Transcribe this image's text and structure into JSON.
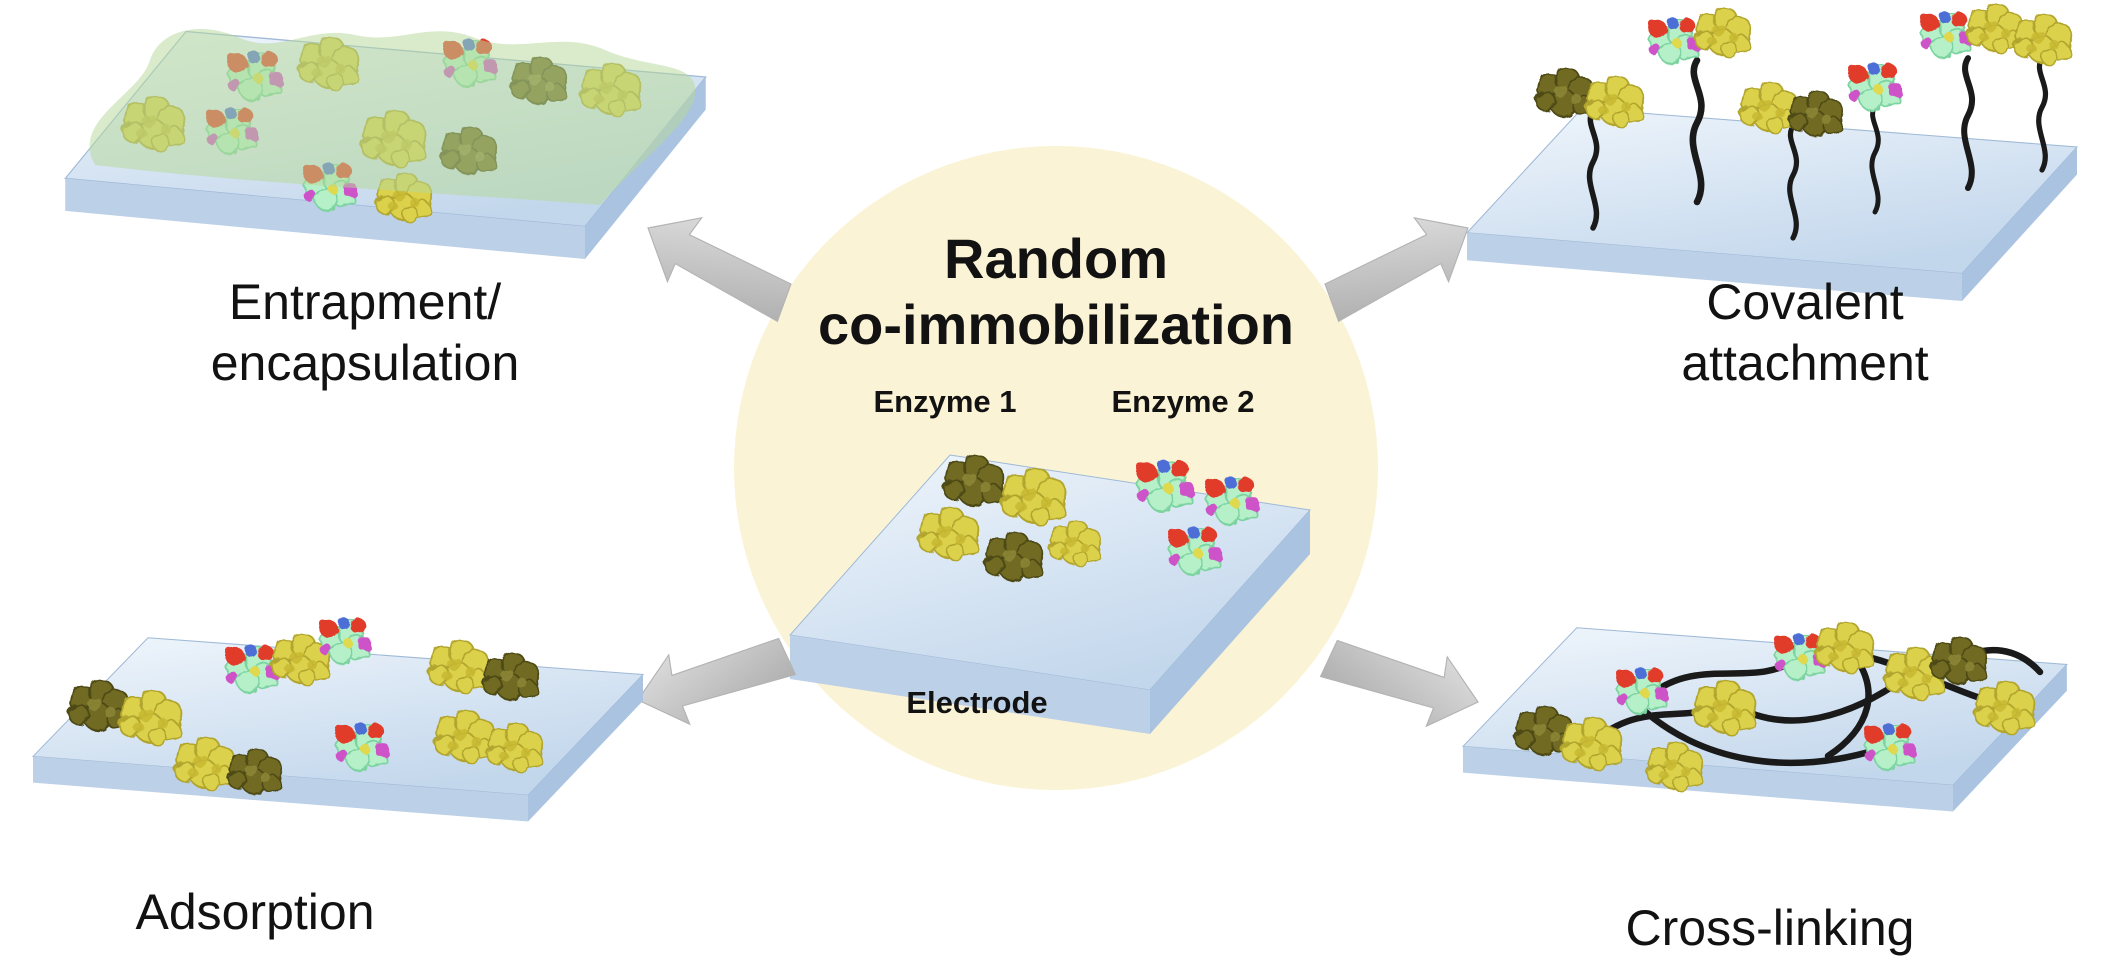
{
  "figure": {
    "title": {
      "line1": "Random",
      "line2": "co-immobilization"
    },
    "center": {
      "enzyme1_label": "Enzyme 1",
      "enzyme2_label": "Enzyme 2",
      "electrode_label": "Electrode"
    },
    "methods": {
      "entrapment": {
        "line1": "Entrapment/",
        "line2": "encapsulation"
      },
      "covalent": {
        "line1": "Covalent",
        "line2": "attachment"
      },
      "adsorption": {
        "line1": "Adsorption"
      },
      "crosslinking": {
        "line1": "Cross-linking"
      }
    },
    "icons": {
      "enzyme1-icon": "protein-blob-cluster-yellow-olive",
      "enzyme2-icon": "protein-blob-cluster-multicolor",
      "platform-icon": "isometric-electrode-slab",
      "arrow-icon": "gray-block-arrow",
      "gel-icon": "translucent-green-gel-layer",
      "tether-icon": "black-wavy-linker",
      "crosslink-icon": "black-wavy-crosslink-line"
    },
    "colors": {
      "circle": "#fbf3d5",
      "plat-top1": "#f0f6fc",
      "plat-top2": "#c3d7ec",
      "plat-side": "#a9c3e0",
      "plat-front": "#bcd0e8",
      "arrow1": "#e0e0e0",
      "arrow2": "#a9a9a9",
      "ey": "#dcd14b",
      "ey-edge": "#b2a52e",
      "eo": "#6f6a22",
      "eo-edge": "#4e4a12",
      "em": "#b5f0c9",
      "em-edge": "#7cd3a0",
      "red": "#e13a2b",
      "mag": "#cf53c8",
      "blue": "#4e6ed6",
      "gel": "#b7d89a",
      "link": "#1a1a1a",
      "text": "#121212"
    }
  }
}
